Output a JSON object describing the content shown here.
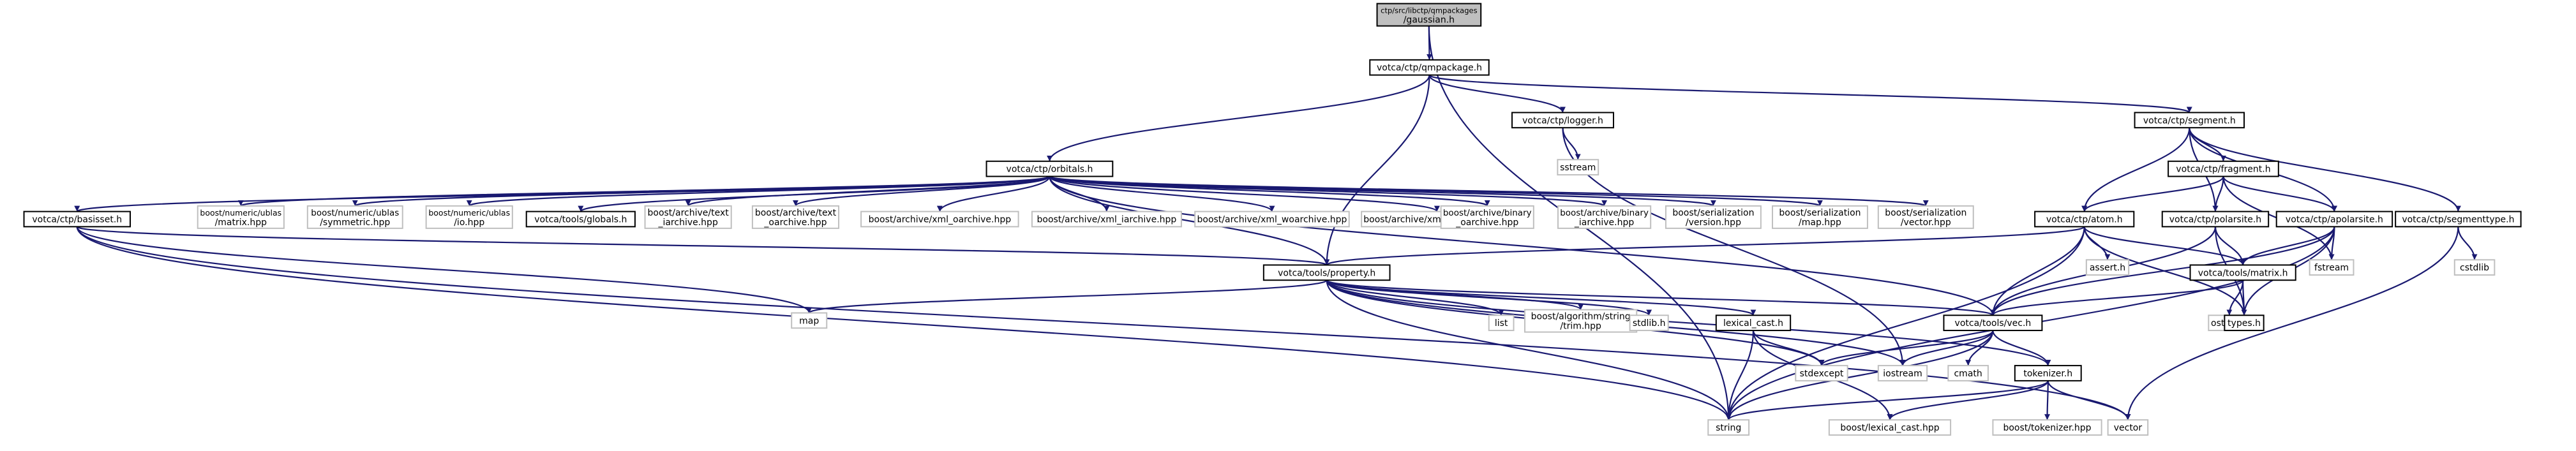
{
  "colors": {
    "edge": "#191970",
    "external_border": "#bfbfbf",
    "root_fill": "#bfbfbf",
    "node_border": "#000000"
  },
  "nodes": [
    {
      "id": "gaussian",
      "lines": [
        "ctp/src/libctp/qmpackages",
        "/gaussian.h"
      ],
      "kind": "root"
    },
    {
      "id": "qmpackage",
      "lines": [
        "votca/ctp/qmpackage.h"
      ],
      "kind": "local"
    },
    {
      "id": "logger",
      "lines": [
        "votca/ctp/logger.h"
      ],
      "kind": "local"
    },
    {
      "id": "segment",
      "lines": [
        "votca/ctp/segment.h"
      ],
      "kind": "local"
    },
    {
      "id": "sstream",
      "lines": [
        "sstream"
      ],
      "kind": "ext"
    },
    {
      "id": "orbitals",
      "lines": [
        "votca/ctp/orbitals.h"
      ],
      "kind": "local"
    },
    {
      "id": "fragment",
      "lines": [
        "votca/ctp/fragment.h"
      ],
      "kind": "local"
    },
    {
      "id": "basisset",
      "lines": [
        "votca/ctp/basisset.h"
      ],
      "kind": "local"
    },
    {
      "id": "ublas_matrix",
      "lines": [
        "boost/numeric/ublas",
        "/matrix.hpp"
      ],
      "kind": "ext"
    },
    {
      "id": "ublas_sym",
      "lines": [
        "boost/numeric/ublas",
        "/symmetric.hpp"
      ],
      "kind": "ext"
    },
    {
      "id": "ublas_io",
      "lines": [
        "boost/numeric/ublas",
        "/io.hpp"
      ],
      "kind": "ext"
    },
    {
      "id": "globals",
      "lines": [
        "votca/tools/globals.h"
      ],
      "kind": "local"
    },
    {
      "id": "text_iarchive",
      "lines": [
        "boost/archive/text",
        "_iarchive.hpp"
      ],
      "kind": "ext"
    },
    {
      "id": "text_oarchive",
      "lines": [
        "boost/archive/text",
        "_oarchive.hpp"
      ],
      "kind": "ext"
    },
    {
      "id": "xml_oarchive",
      "lines": [
        "boost/archive/xml_oarchive.hpp"
      ],
      "kind": "ext"
    },
    {
      "id": "xml_iarchive",
      "lines": [
        "boost/archive/xml_iarchive.hpp"
      ],
      "kind": "ext"
    },
    {
      "id": "xml_woarchive",
      "lines": [
        "boost/archive/xml_woarchive.hpp"
      ],
      "kind": "ext"
    },
    {
      "id": "xml_wiarchive",
      "lines": [
        "boost/archive/xml_wiarchive.hpp"
      ],
      "kind": "ext"
    },
    {
      "id": "bin_oarchive",
      "lines": [
        "boost/archive/binary",
        "_oarchive.hpp"
      ],
      "kind": "ext"
    },
    {
      "id": "bin_iarchive",
      "lines": [
        "boost/archive/binary",
        "_iarchive.hpp"
      ],
      "kind": "ext"
    },
    {
      "id": "ser_version",
      "lines": [
        "boost/serialization",
        "/version.hpp"
      ],
      "kind": "ext"
    },
    {
      "id": "ser_map",
      "lines": [
        "boost/serialization",
        "/map.hpp"
      ],
      "kind": "ext"
    },
    {
      "id": "ser_vector",
      "lines": [
        "boost/serialization",
        "/vector.hpp"
      ],
      "kind": "ext"
    },
    {
      "id": "atom",
      "lines": [
        "votca/ctp/atom.h"
      ],
      "kind": "local"
    },
    {
      "id": "polarsite",
      "lines": [
        "votca/ctp/polarsite.h"
      ],
      "kind": "local"
    },
    {
      "id": "apolarsite",
      "lines": [
        "votca/ctp/apolarsite.h"
      ],
      "kind": "local"
    },
    {
      "id": "segmenttype",
      "lines": [
        "votca/ctp/segmenttype.h"
      ],
      "kind": "local"
    },
    {
      "id": "property",
      "lines": [
        "votca/tools/property.h"
      ],
      "kind": "local"
    },
    {
      "id": "assert",
      "lines": [
        "assert.h"
      ],
      "kind": "ext"
    },
    {
      "id": "tmatrix",
      "lines": [
        "votca/tools/matrix.h"
      ],
      "kind": "local"
    },
    {
      "id": "fstream",
      "lines": [
        "fstream"
      ],
      "kind": "ext"
    },
    {
      "id": "cstdlib",
      "lines": [
        "cstdlib"
      ],
      "kind": "ext"
    },
    {
      "id": "map",
      "lines": [
        "map"
      ],
      "kind": "ext"
    },
    {
      "id": "list",
      "lines": [
        "list"
      ],
      "kind": "ext"
    },
    {
      "id": "trim",
      "lines": [
        "boost/algorithm/string",
        "/trim.hpp"
      ],
      "kind": "ext"
    },
    {
      "id": "stdlib",
      "lines": [
        "stdlib.h"
      ],
      "kind": "ext"
    },
    {
      "id": "lexical_cast",
      "lines": [
        "lexical_cast.h"
      ],
      "kind": "local"
    },
    {
      "id": "vec",
      "lines": [
        "votca/tools/vec.h"
      ],
      "kind": "local"
    },
    {
      "id": "ostream",
      "lines": [
        "ostream"
      ],
      "kind": "ext"
    },
    {
      "id": "types",
      "lines": [
        "types.h"
      ],
      "kind": "local"
    },
    {
      "id": "stdexcept",
      "lines": [
        "stdexcept"
      ],
      "kind": "ext"
    },
    {
      "id": "iostream",
      "lines": [
        "iostream"
      ],
      "kind": "ext"
    },
    {
      "id": "cmath",
      "lines": [
        "cmath"
      ],
      "kind": "ext"
    },
    {
      "id": "tokenizer",
      "lines": [
        "tokenizer.h"
      ],
      "kind": "local"
    },
    {
      "id": "string",
      "lines": [
        "string"
      ],
      "kind": "ext"
    },
    {
      "id": "boost_lexical",
      "lines": [
        "boost/lexical_cast.hpp"
      ],
      "kind": "ext"
    },
    {
      "id": "boost_tokenizer",
      "lines": [
        "boost/tokenizer.hpp"
      ],
      "kind": "ext"
    },
    {
      "id": "vector",
      "lines": [
        "vector"
      ],
      "kind": "ext"
    }
  ],
  "edges": [
    [
      "gaussian",
      "qmpackage"
    ],
    [
      "gaussian",
      "string"
    ],
    [
      "qmpackage",
      "logger"
    ],
    [
      "qmpackage",
      "segment"
    ],
    [
      "qmpackage",
      "orbitals"
    ],
    [
      "qmpackage",
      "property"
    ],
    [
      "logger",
      "sstream"
    ],
    [
      "logger",
      "iostream"
    ],
    [
      "segment",
      "fragment"
    ],
    [
      "segment",
      "atom"
    ],
    [
      "segment",
      "polarsite"
    ],
    [
      "segment",
      "apolarsite"
    ],
    [
      "segment",
      "segmenttype"
    ],
    [
      "orbitals",
      "basisset"
    ],
    [
      "orbitals",
      "ublas_matrix"
    ],
    [
      "orbitals",
      "ublas_sym"
    ],
    [
      "orbitals",
      "ublas_io"
    ],
    [
      "orbitals",
      "globals"
    ],
    [
      "orbitals",
      "text_iarchive"
    ],
    [
      "orbitals",
      "text_oarchive"
    ],
    [
      "orbitals",
      "xml_oarchive"
    ],
    [
      "orbitals",
      "xml_iarchive"
    ],
    [
      "orbitals",
      "xml_woarchive"
    ],
    [
      "orbitals",
      "xml_wiarchive"
    ],
    [
      "orbitals",
      "bin_oarchive"
    ],
    [
      "orbitals",
      "bin_iarchive"
    ],
    [
      "orbitals",
      "ser_version"
    ],
    [
      "orbitals",
      "ser_map"
    ],
    [
      "orbitals",
      "ser_vector"
    ],
    [
      "orbitals",
      "property"
    ],
    [
      "orbitals",
      "vec"
    ],
    [
      "fragment",
      "atom"
    ],
    [
      "fragment",
      "polarsite"
    ],
    [
      "fragment",
      "apolarsite"
    ],
    [
      "fragment",
      "fstream"
    ],
    [
      "basisset",
      "property"
    ],
    [
      "basisset",
      "map"
    ],
    [
      "basisset",
      "string"
    ],
    [
      "basisset",
      "vector"
    ],
    [
      "atom",
      "property"
    ],
    [
      "atom",
      "assert"
    ],
    [
      "atom",
      "tmatrix"
    ],
    [
      "atom",
      "vec"
    ],
    [
      "atom",
      "types"
    ],
    [
      "atom",
      "string"
    ],
    [
      "polarsite",
      "tmatrix"
    ],
    [
      "polarsite",
      "vec"
    ],
    [
      "polarsite",
      "types"
    ],
    [
      "apolarsite",
      "tmatrix"
    ],
    [
      "apolarsite",
      "vec"
    ],
    [
      "apolarsite",
      "types"
    ],
    [
      "apolarsite",
      "fstream"
    ],
    [
      "apolarsite",
      "string"
    ],
    [
      "segmenttype",
      "cstdlib"
    ],
    [
      "segmenttype",
      "vector"
    ],
    [
      "property",
      "map"
    ],
    [
      "property",
      "list"
    ],
    [
      "property",
      "trim"
    ],
    [
      "property",
      "stdlib"
    ],
    [
      "property",
      "lexical_cast"
    ],
    [
      "property",
      "vec"
    ],
    [
      "property",
      "stdexcept"
    ],
    [
      "property",
      "iostream"
    ],
    [
      "property",
      "tokenizer"
    ],
    [
      "property",
      "string"
    ],
    [
      "tmatrix",
      "vec"
    ],
    [
      "tmatrix",
      "ostream"
    ],
    [
      "tmatrix",
      "types"
    ],
    [
      "lexical_cast",
      "stdexcept"
    ],
    [
      "lexical_cast",
      "boost_lexical"
    ],
    [
      "lexical_cast",
      "string"
    ],
    [
      "vec",
      "stdexcept"
    ],
    [
      "vec",
      "iostream"
    ],
    [
      "vec",
      "cmath"
    ],
    [
      "vec",
      "tokenizer"
    ],
    [
      "vec",
      "string"
    ],
    [
      "tokenizer",
      "string"
    ],
    [
      "tokenizer",
      "boost_tokenizer"
    ],
    [
      "tokenizer",
      "vector"
    ],
    [
      "tokenizer",
      "boost_lexical"
    ]
  ]
}
